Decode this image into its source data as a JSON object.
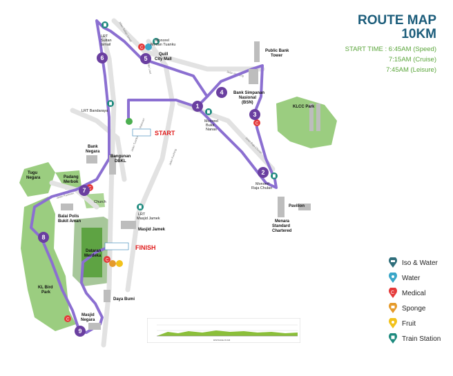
{
  "title": {
    "line1": "ROUTE MAP",
    "line2": "10KM"
  },
  "start_times": [
    "START TIME : 6:45AM (Speed)",
    "7:15AM (Cruise)",
    "7:45AM (Leisure)"
  ],
  "start_label": "START",
  "finish_label": "FINISH",
  "km_markers": [
    "1",
    "2",
    "3",
    "4",
    "5",
    "6",
    "7",
    "8",
    "9"
  ],
  "landmarks": {
    "lrt_sultan_ismail": [
      "LRT",
      "Sultan",
      "Ismail"
    ],
    "monorel_medan_tuanku": [
      "Monorel",
      "Medan Tuanku"
    ],
    "quill_city_mall": [
      "Quill",
      "City Mall"
    ],
    "public_bank_tower": [
      "Public Bank",
      "Tower"
    ],
    "bank_simpanan": [
      "Bank Simpanan",
      "Nasional",
      "(BSN)"
    ],
    "klcc_park": "KLCC Park",
    "lrt_bandaraya": "LRT Bandaraya",
    "monorel_bukit_nanas": [
      "Monorel",
      "Bukit",
      "Nanas"
    ],
    "monorel_raja_chulan": [
      "Monorel",
      "Raja Chulan"
    ],
    "pavilion": "Pavilion",
    "menara_standard": [
      "Menara",
      "Standard",
      "Chartered"
    ],
    "bank_negara": [
      "Bank",
      "Negara"
    ],
    "bangunan_dbkl": [
      "Bangunan",
      "DBKL"
    ],
    "tugu_negara": [
      "Tugu",
      "Negara"
    ],
    "padang_merbok": [
      "Padang",
      "Merbok"
    ],
    "church": "Church",
    "balai_polis": [
      "Balai Polis",
      "Bukit Aman"
    ],
    "lrt_masjid_jamek": [
      "LRT",
      "Masjid Jamek"
    ],
    "masjid_jamek": "Masjid Jamek",
    "dataran_merdeka": [
      "Dataran",
      "Merdeka"
    ],
    "kl_bird_park": [
      "KL Bird",
      "Park"
    ],
    "daya_bumi": "Daya Bumi",
    "masjid_negara": [
      "Masjid",
      "Negara"
    ]
  },
  "roads": {
    "jalan_sultan_ismail": "Jalan Sultan Ismail",
    "jalan_raja_laut": "Jalan Raja Laut",
    "jalan_tuanku": "Jalan Tuanku Abdul Rahman",
    "jalan_ampang": "Jalan Ampang",
    "jalan_raja_chulan": "Jalan Raja Chulan",
    "jalan_parlimen": "Jalan Parlimen",
    "jalan_kuching": "Jalan Kuching"
  },
  "legend": [
    {
      "icon": "iso-water-icon",
      "label": "Iso & Water",
      "color": "#2f6e7b"
    },
    {
      "icon": "water-icon",
      "label": "Water",
      "color": "#3aa6c8"
    },
    {
      "icon": "medical-icon",
      "label": "Medical",
      "color": "#e53a3a"
    },
    {
      "icon": "sponge-icon",
      "label": "Sponge",
      "color": "#e59a2b"
    },
    {
      "icon": "fruit-icon",
      "label": "Fruit",
      "color": "#f2c21b"
    },
    {
      "icon": "train-station-icon",
      "label": "Train Station",
      "color": "#1d8a7e"
    }
  ],
  "profile": {
    "axis_label": "DISTANCE IN KM"
  },
  "colors": {
    "route": "#8b6fd1",
    "km_marker": "#6a3fa0",
    "title": "#1b5c7a",
    "times": "#5aa53a",
    "green_area": "#7cc25e"
  }
}
